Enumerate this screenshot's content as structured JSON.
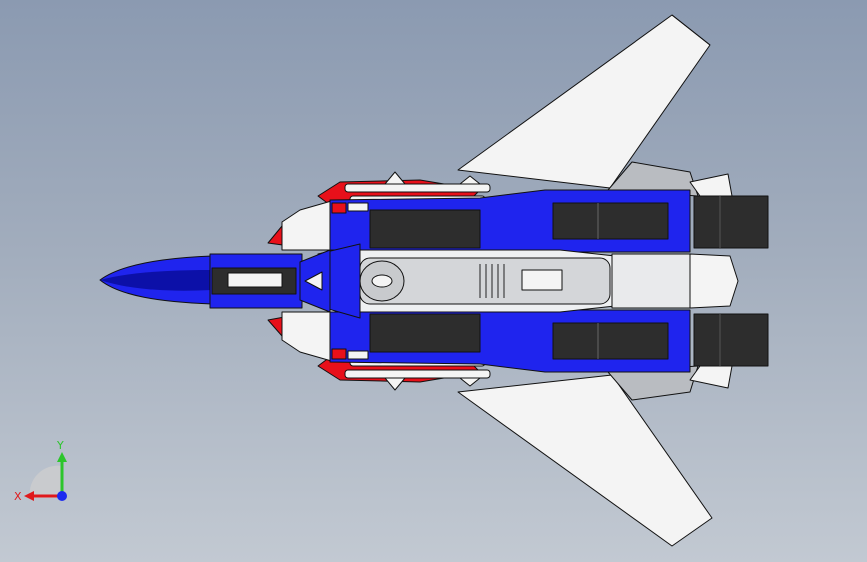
{
  "viewport": {
    "model": "fighter-jet-top-view",
    "colors": {
      "background_top": "#8b9ab1",
      "background_bottom": "#c2c9d2",
      "hull_blue": "#1f24ee",
      "hull_blue_dark": "#0c10a8",
      "white": "#f4f4f4",
      "grey": "#b9bcc1",
      "dark": "#2a2a2a",
      "red": "#e8101a",
      "outline": "#111111"
    }
  },
  "triad": {
    "x_label": "X",
    "y_label": "Y",
    "x_color": "#e0191c",
    "y_color": "#2cc52c",
    "z_color": "#1d2bf0"
  }
}
